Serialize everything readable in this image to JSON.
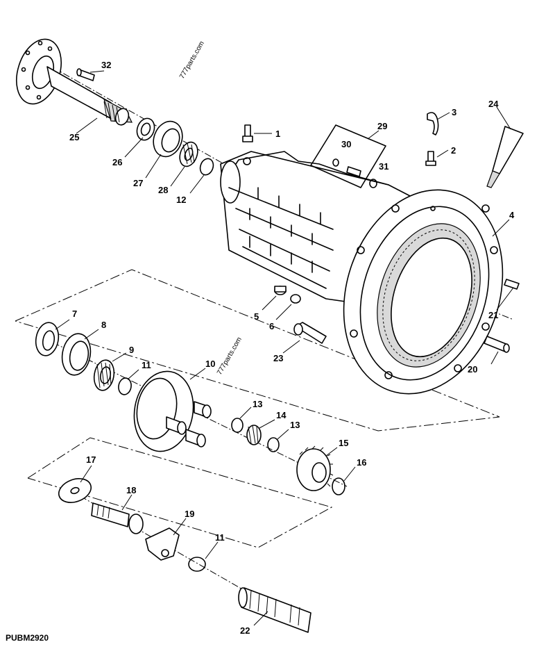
{
  "diagram_code": "PUBM2920",
  "watermark": "777parts.com",
  "callouts": [
    "1",
    "2",
    "3",
    "4",
    "5",
    "6",
    "7",
    "8",
    "9",
    "10",
    "11",
    "11",
    "12",
    "13",
    "13",
    "14",
    "15",
    "16",
    "17",
    "18",
    "19",
    "20",
    "21",
    "22",
    "23",
    "24",
    "25",
    "26",
    "27",
    "28",
    "29",
    "30",
    "31",
    "32"
  ]
}
